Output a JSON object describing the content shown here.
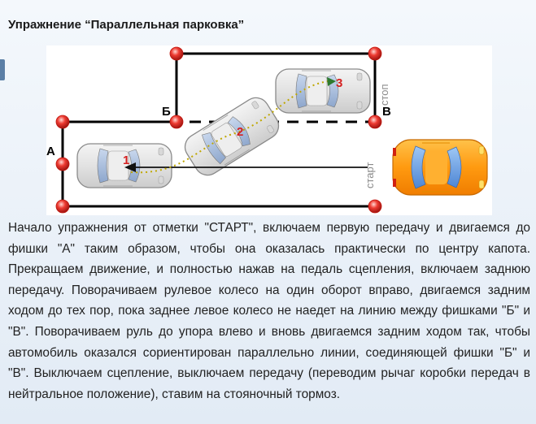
{
  "title": "Упражнение “Параллельная парковка”",
  "diagram": {
    "label_a": "А",
    "label_b": "Б",
    "label_v": "В",
    "label_start": "старт",
    "label_stop": "стоп",
    "step_1": "1",
    "step_2": "2",
    "step_3": "3",
    "colors": {
      "line": "#000000",
      "cone": "#e8322b",
      "step_numbers": "#d42020",
      "path": "#c8b400",
      "car_body": "#ffa61c",
      "car_ghost": "#cfcfcf"
    }
  },
  "body_text": "Начало упражнения от отметки \"СТАРТ\", включаем первую передачу и двигаемся до фишки \"А\" таким образом, чтобы она оказалась практически по центру капота. Прекращаем движение, и полностью нажав на педаль сцепления, включаем заднюю передачу. Поворачиваем рулевое колесо на один оборот вправо, двигаемся задним ходом до тех пор, пока заднее левое колесо не наедет на линию между фишками \"Б\" и \"В\". Поворачиваем руль до упора влево и вновь двигаемся задним ходом так, чтобы автомобиль оказался сориентирован параллельно линии, соединяющей фишки \"Б\" и \"В\". Выключаем сцепление, выключаем передачу (переводим рычаг коробки передач в нейтральное положение), ставим на стояночный тормоз."
}
